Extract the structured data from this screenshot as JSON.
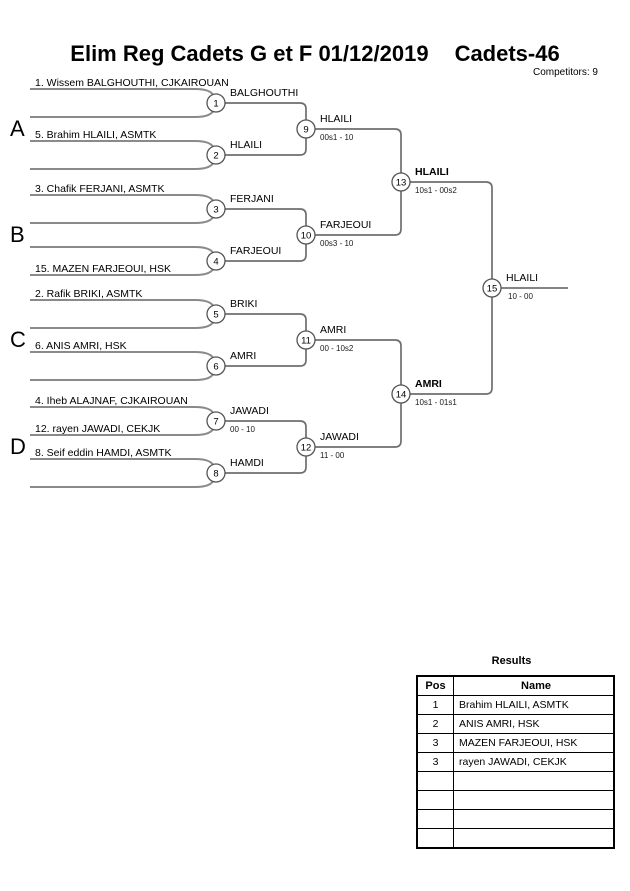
{
  "page": {
    "title_main": "Elim Reg Cadets G et F  01/12/2019",
    "title_category": "Cadets-46",
    "competitors": "Competitors: 9"
  },
  "bracket": {
    "group_labels": {
      "a": "A",
      "b": "B",
      "c": "C",
      "d": "D"
    },
    "seeds": {
      "s1": "1. Wissem BALGHOUTHI, CJKAIROUAN",
      "s2": "5. Brahim HLAILI, ASMTK",
      "s3": "3. Chafik FERJANI, ASMTK",
      "s4": "15. MAZEN FARJEOUI, HSK",
      "s5": "2. Rafik BRIKI, ASMTK",
      "s6": "6. ANIS AMRI, HSK",
      "s7a": "4. Iheb ALAJNAF, CJKAIROUAN",
      "s7b": "12. rayen JAWADI, CEKJK",
      "s8": "8. Seif eddin HAMDI, ASMTK"
    },
    "matches": {
      "m1": {
        "num": "1",
        "winner": "BALGHOUTHI"
      },
      "m2": {
        "num": "2",
        "winner": "HLAILI"
      },
      "m3": {
        "num": "3",
        "winner": "FERJANI"
      },
      "m4": {
        "num": "4",
        "winner": "FARJEOUI"
      },
      "m5": {
        "num": "5",
        "winner": "BRIKI"
      },
      "m6": {
        "num": "6",
        "winner": "AMRI"
      },
      "m7": {
        "num": "7",
        "winner": "JAWADI",
        "score": "00 - 10"
      },
      "m8": {
        "num": "8",
        "winner": "HAMDI"
      },
      "m9": {
        "num": "9",
        "winner": "HLAILI",
        "score": "00s1 - 10"
      },
      "m10": {
        "num": "10",
        "winner": "FARJEOUI",
        "score": "00s3 - 10"
      },
      "m11": {
        "num": "11",
        "winner": "AMRI",
        "score": "00 - 10s2"
      },
      "m12": {
        "num": "12",
        "winner": "JAWADI",
        "score": "11 - 00"
      },
      "m13": {
        "num": "13",
        "winner": "HLAILI",
        "score": "10s1 - 00s2"
      },
      "m14": {
        "num": "14",
        "winner": "AMRI",
        "score": "10s1 - 01s1"
      },
      "m15": {
        "num": "15",
        "winner": "HLAILI",
        "score": "10 - 00"
      }
    }
  },
  "results": {
    "title": "Results",
    "columns": [
      "Pos",
      "Name"
    ],
    "rows": [
      {
        "pos": "1",
        "name": "Brahim HLAILI, ASMTK"
      },
      {
        "pos": "2",
        "name": "ANIS AMRI, HSK"
      },
      {
        "pos": "3",
        "name": "MAZEN FARJEOUI, HSK"
      },
      {
        "pos": "3",
        "name": "rayen JAWADI, CEKJK"
      },
      {
        "pos": "",
        "name": ""
      },
      {
        "pos": "",
        "name": ""
      },
      {
        "pos": "",
        "name": ""
      },
      {
        "pos": "",
        "name": ""
      }
    ]
  }
}
